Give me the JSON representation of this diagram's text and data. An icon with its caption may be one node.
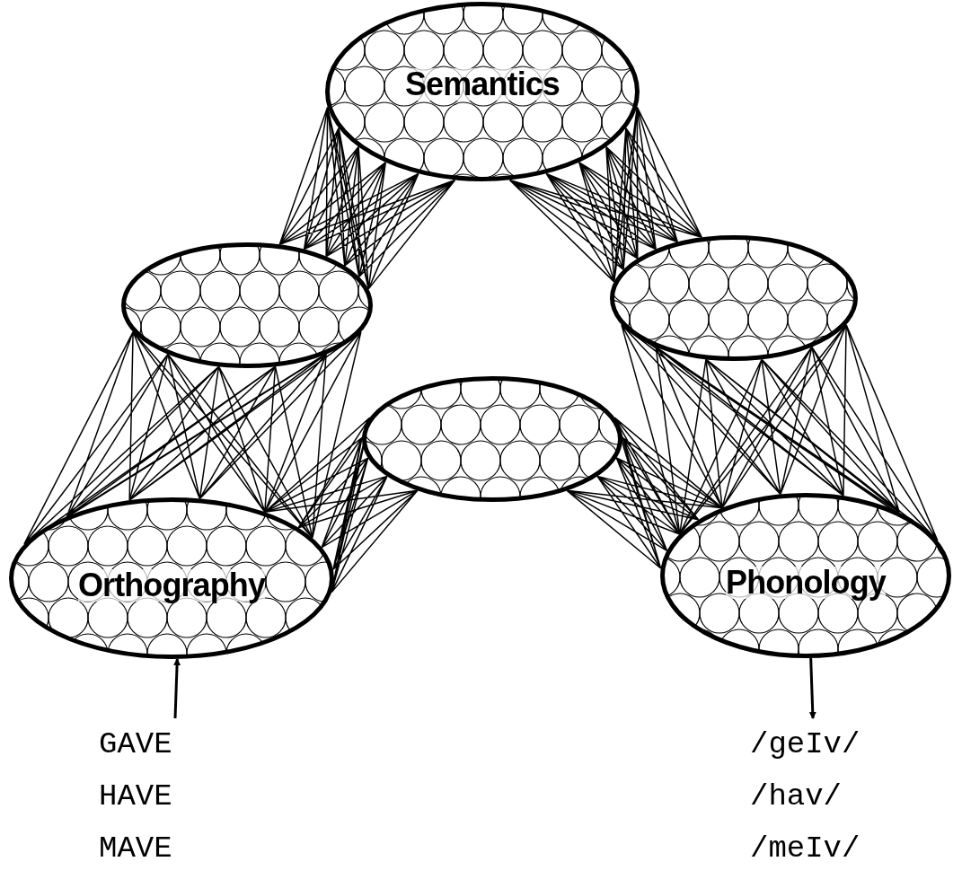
{
  "diagram": {
    "nodes": [
      {
        "text": [
          "Semantics"
        ]
      },
      {
        "text": [],
        "shape": "ellipse"
      },
      {
        "text": [],
        "shape": "ellipse"
      },
      {
        "text": [],
        "shape": "ellipse"
      },
      {
        "text": [
          "Orthography"
        ]
      },
      {
        "text": [
          "Phonology"
        ]
      },
      {
        "text": [
          "GAVE",
          "HAVE",
          "MAVE"
        ]
      },
      {
        "text": [
          "/geIv/",
          "/hav/",
          "/meIv/"
        ]
      }
    ],
    "edges": [
      {
        "from": 0,
        "to": 1,
        "arrow": "none"
      },
      {
        "from": 0,
        "to": 2,
        "arrow": "none"
      },
      {
        "from": 1,
        "to": 4,
        "arrow": "none"
      },
      {
        "from": 2,
        "to": 5,
        "arrow": "none"
      },
      {
        "from": 4,
        "to": 3,
        "arrow": "none"
      },
      {
        "from": 3,
        "to": 5,
        "arrow": "none"
      },
      {
        "from": 6,
        "to": 4,
        "arrow": "to"
      },
      {
        "from": 5,
        "to": 7,
        "arrow": "to"
      }
    ]
  }
}
